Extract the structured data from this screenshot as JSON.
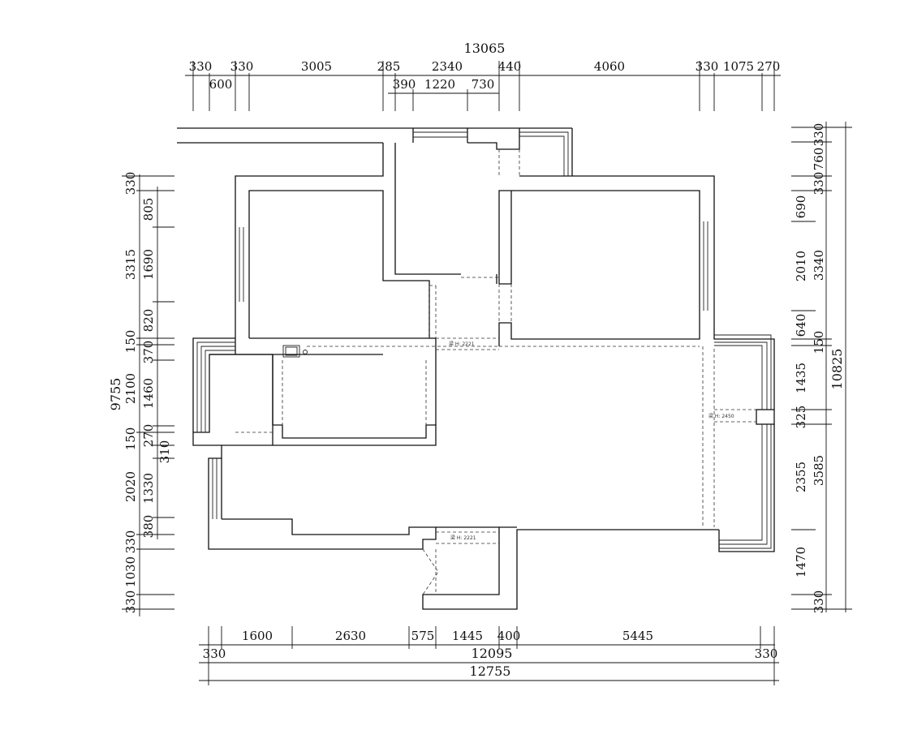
{
  "top": {
    "total": "13065",
    "row1": [
      "330",
      "330",
      "3005",
      "285",
      "2340",
      "440",
      "4060",
      "330",
      "1075",
      "270"
    ],
    "row2": [
      "600",
      "390",
      "1220",
      "730"
    ]
  },
  "bottom": {
    "row1": [
      "1600",
      "2630",
      "575",
      "1445",
      "400",
      "5445"
    ],
    "row2": [
      "330",
      "12095",
      "330"
    ],
    "total": "12755"
  },
  "left": {
    "total": "9755",
    "outer": [
      "330",
      "3315",
      "150",
      "2100",
      "150",
      "2020",
      "330",
      "1030",
      "330"
    ],
    "inner": [
      "805",
      "1690",
      "820",
      "370",
      "1460",
      "270",
      "310",
      "1330",
      "380"
    ]
  },
  "right": {
    "total": "10825",
    "outer": [
      "330",
      "760",
      "330",
      "3340",
      "150",
      "325",
      "3585",
      "330"
    ],
    "inner": [
      "690",
      "2010",
      "640",
      "1435",
      "2355",
      "1470"
    ]
  },
  "notes": [
    "梁 H: 2221",
    "梁 H: 2450",
    "梁 H: 2221"
  ]
}
